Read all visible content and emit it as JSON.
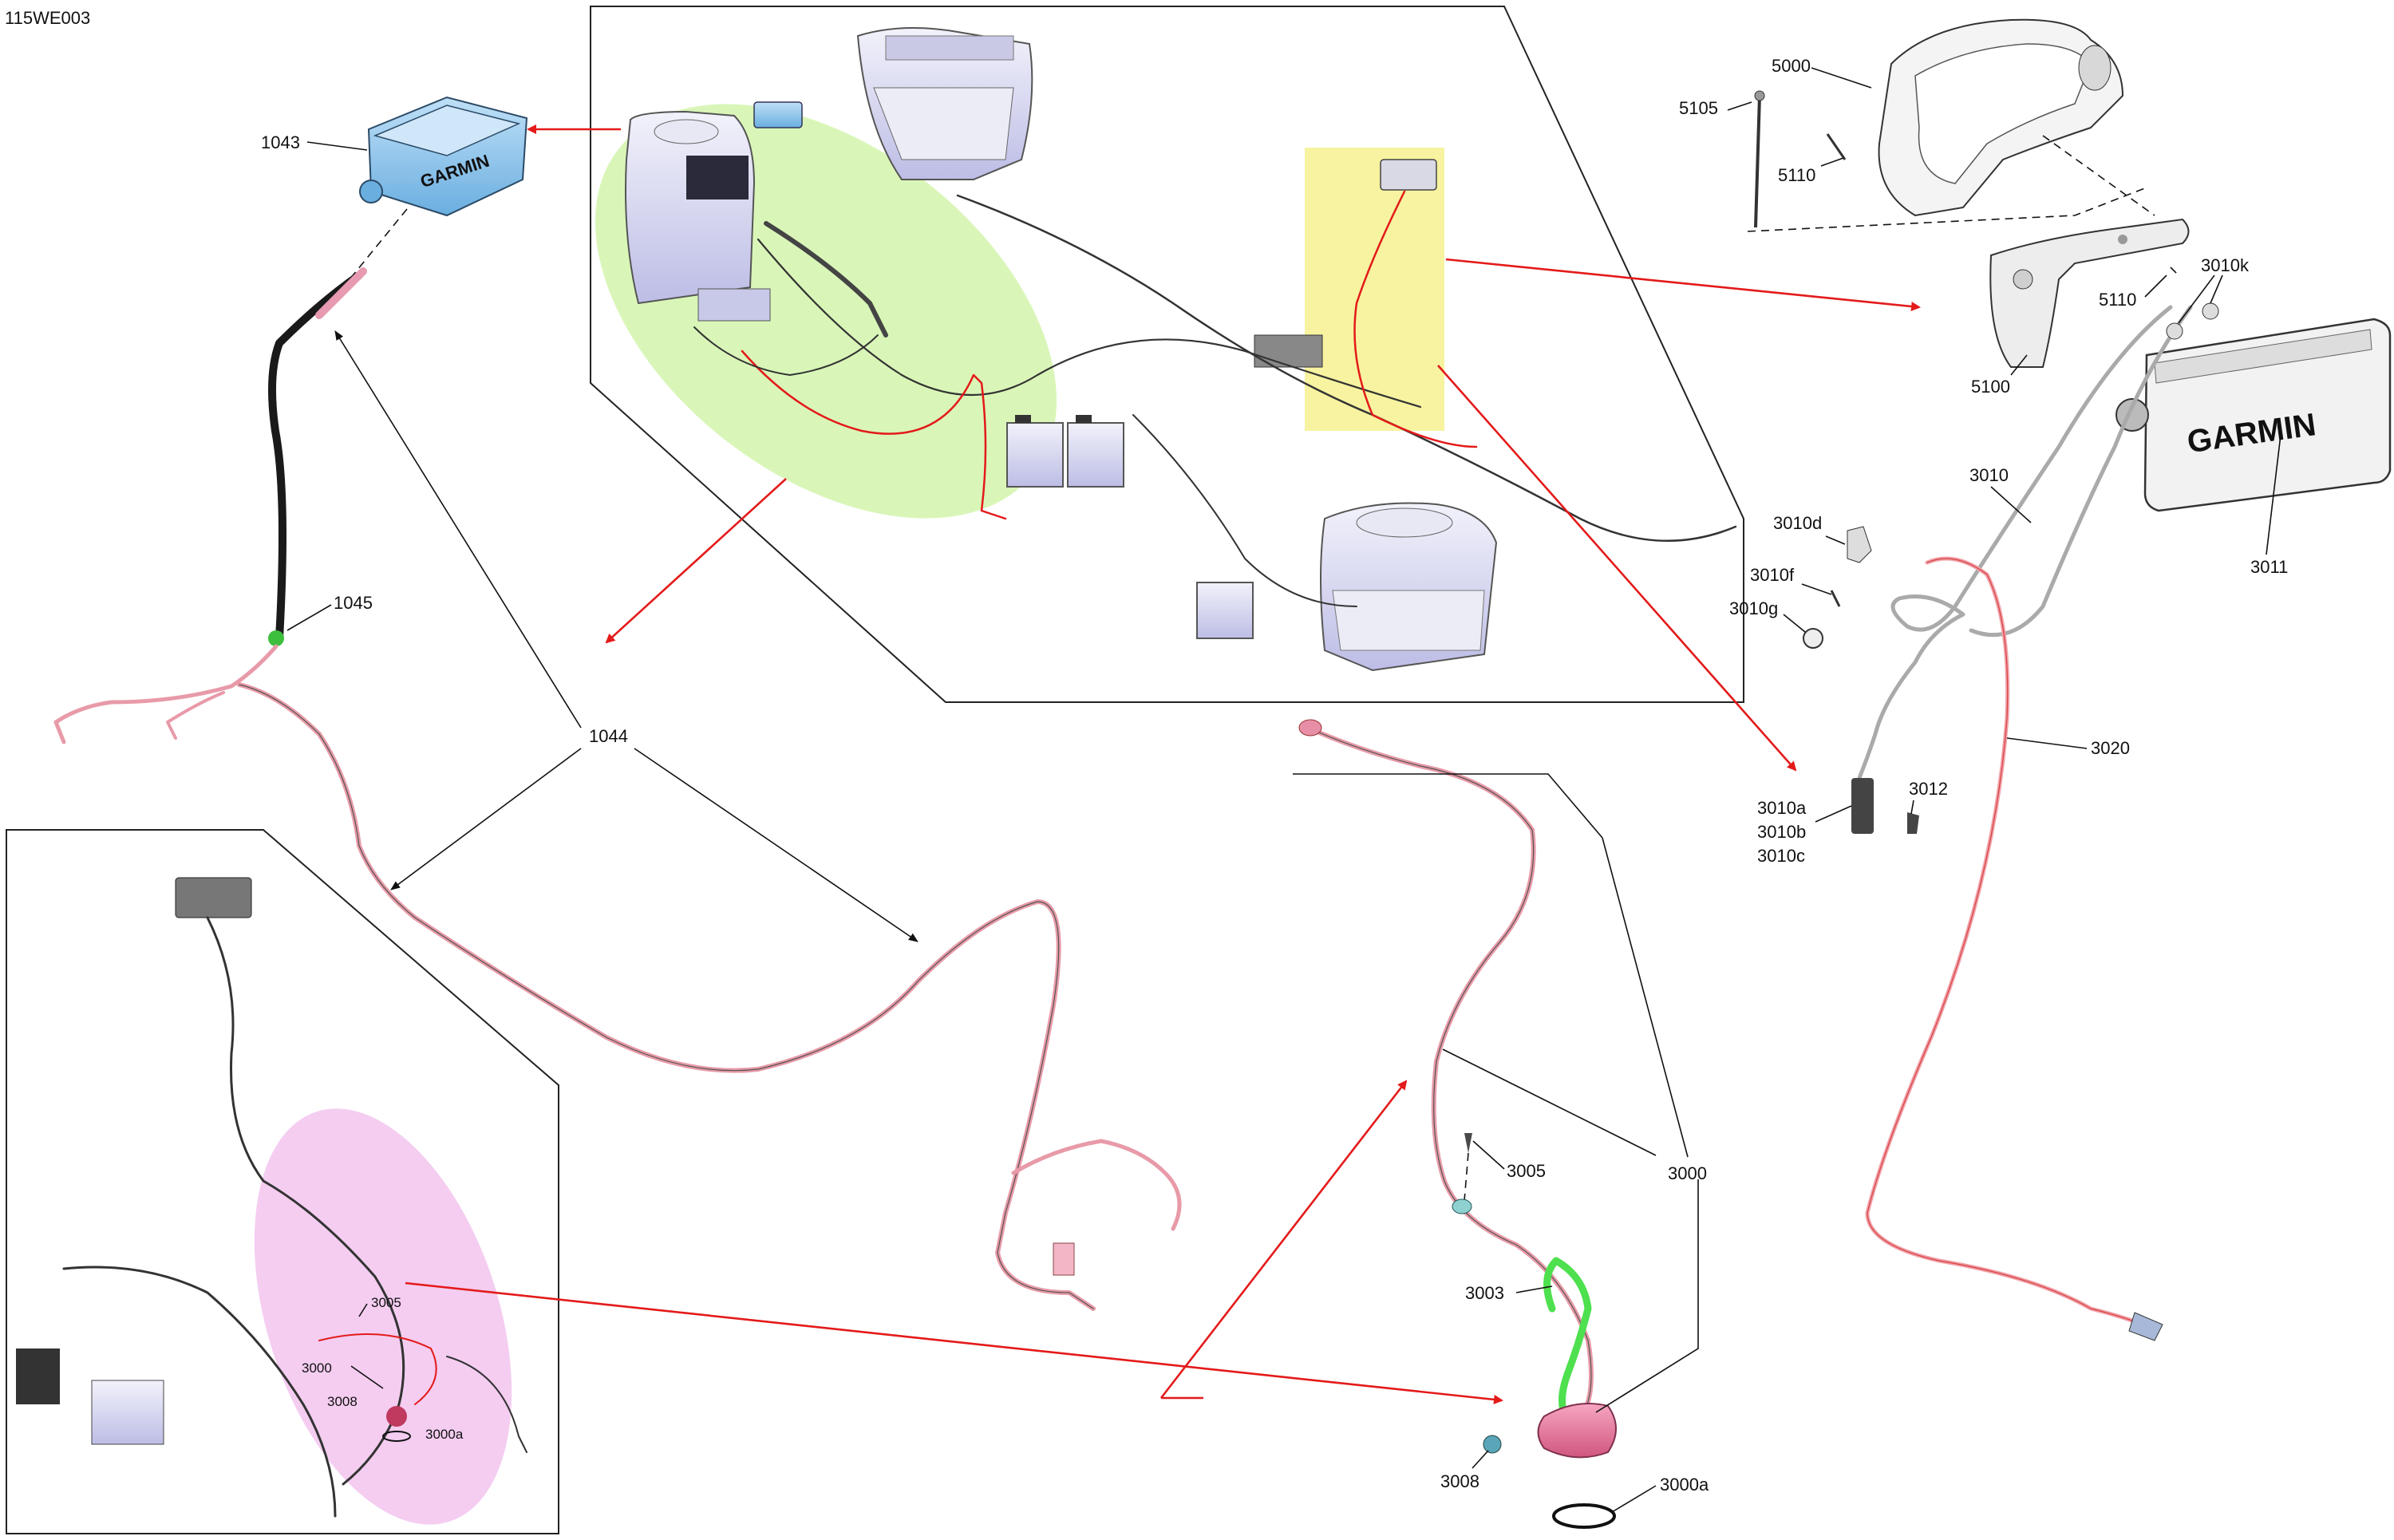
{
  "figure_code": "115WE003",
  "brand_text": "GARMIN",
  "callouts": {
    "c1043": "1043",
    "c1044": "1044",
    "c1045": "1045",
    "c3000_main": "3000",
    "c3000_inset": "3000",
    "c3000a_main": "3000a",
    "c3000a_inset": "3000a",
    "c3003": "3003",
    "c3005_main": "3005",
    "c3005_inset": "3005",
    "c3008_main": "3008",
    "c3008_inset": "3008",
    "c3010": "3010",
    "c3010a": "3010a",
    "c3010b": "3010b",
    "c3010c": "3010c",
    "c3010d": "3010d",
    "c3010f": "3010f",
    "c3010g": "3010g",
    "c3010k": "3010k",
    "c3011": "3011",
    "c3012": "3012",
    "c3020": "3020",
    "c5000": "5000",
    "c5100": "5100",
    "c5105": "5105",
    "c5110_a": "5110",
    "c5110_b": "5110"
  },
  "colors": {
    "highlight_green": "#d5f5b0",
    "highlight_yellow": "#f7f3a0",
    "highlight_pink": "#f3c8f0",
    "arrow_red": "#e41a1a",
    "part_blue": "#8ec3ea",
    "part_lavender": "#d6d6f2",
    "cable_pink": "#e89aa8"
  }
}
